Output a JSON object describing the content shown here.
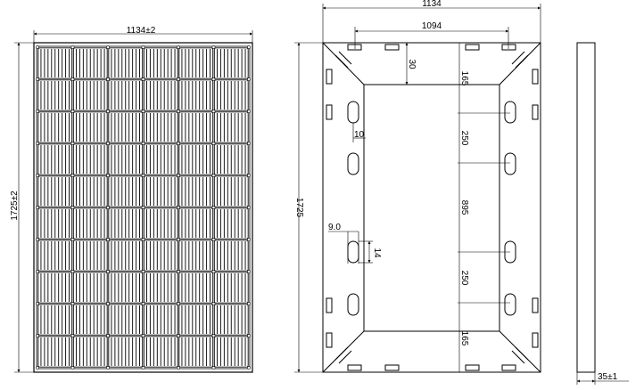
{
  "front_view": {
    "width_label": "1134±2",
    "height_label": "1725±2",
    "grid": {
      "columns": 6,
      "rows": 10,
      "strings_per_cell": 10
    }
  },
  "back_view": {
    "overall_width": "1134",
    "hole_span": "1094",
    "top_offset": "30",
    "top_margin": "165",
    "spacing_upper": "250",
    "center_span": "895",
    "spacing_lower": "250",
    "bottom_margin": "165",
    "edge_offset": "10",
    "slot_width": "9.0",
    "slot_length": "14",
    "overall_height": "1725"
  },
  "side_view": {
    "thickness_label": "35±1"
  }
}
